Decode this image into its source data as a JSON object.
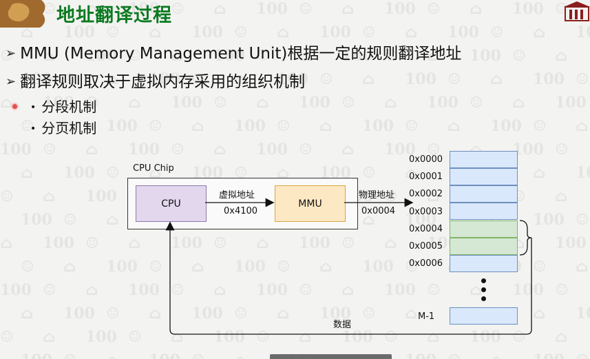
{
  "slide": {
    "title": "地址翻译过程",
    "bullets": [
      "MMU (Memory Management Unit)根据一定的规则翻译地址",
      "翻译规则取决于虚拟内存采用的组织机制"
    ],
    "sub_bullets": [
      "分段机制",
      "分页机制"
    ]
  },
  "diagram": {
    "chip_label": "CPU Chip",
    "cpu_label": "CPU",
    "mmu_label": "MMU",
    "virtual_addr_label": "虚拟地址",
    "virtual_addr_value": "0x4100",
    "physical_addr_label": "物理地址",
    "physical_addr_value": "0x0004",
    "data_label": "数据",
    "memory_addresses": [
      "0x0000",
      "0x0001",
      "0x0002",
      "0x0003",
      "0x0004",
      "0x0005",
      "0x0006"
    ],
    "memory_last": "M-1"
  },
  "icons": [
    "arrow-bullet-icon",
    "dot-bullet-icon",
    "logo-icon",
    "building-logo-icon"
  ],
  "colors": {
    "title": "#0b7a20",
    "cpu_fill": "#e3d7ee",
    "mmu_fill": "#fde8c4",
    "memory_fill": "#dae8fc",
    "memory_highlight": "#d5e8d4"
  }
}
